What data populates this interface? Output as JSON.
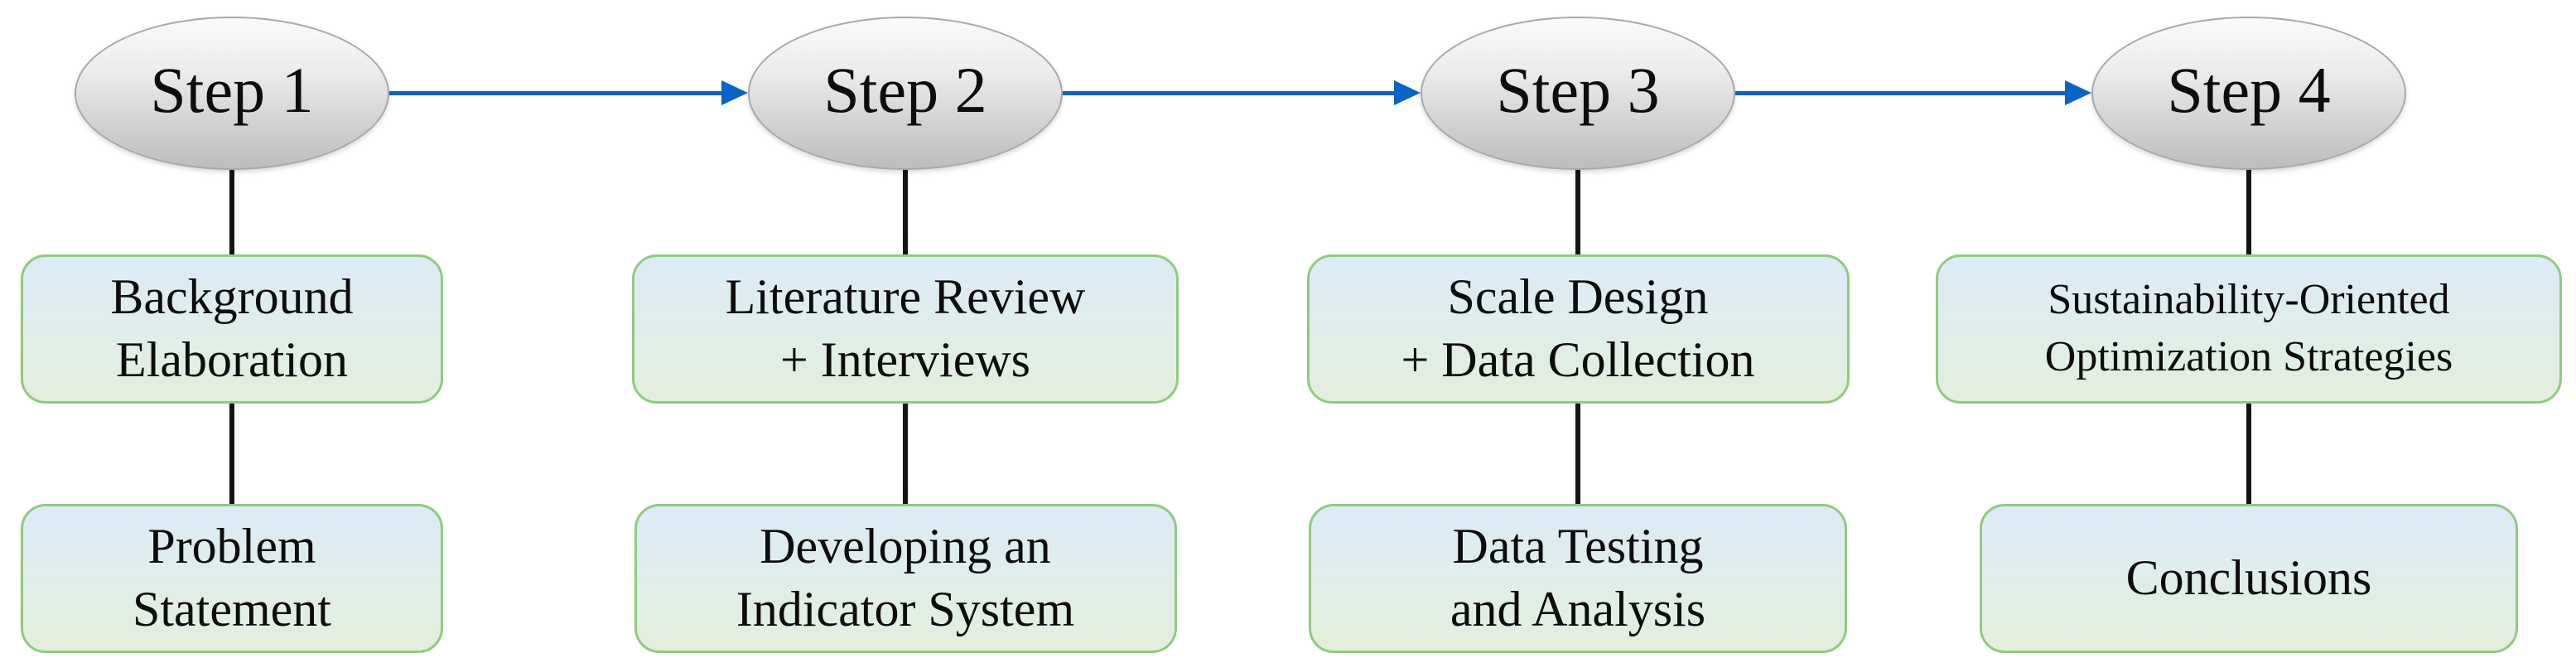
{
  "figure": {
    "type": "flowchart",
    "direction": "left-to-right"
  },
  "steps": [
    {
      "label": "Step 1",
      "box1": {
        "line1": "Background",
        "line2": "Elaboration"
      },
      "box2": {
        "line1": "Problem",
        "line2": "Statement"
      }
    },
    {
      "label": "Step 2",
      "box1": {
        "line1": "Literature Review",
        "line2": "+ Interviews"
      },
      "box2": {
        "line1": "Developing an",
        "line2": "Indicator System"
      }
    },
    {
      "label": "Step 3",
      "box1": {
        "line1": "Scale Design",
        "line2": "+ Data Collection"
      },
      "box2": {
        "line1": "Data Testing",
        "line2": "and Analysis"
      }
    },
    {
      "label": "Step 4",
      "box1": {
        "line1": "Sustainability-Oriented",
        "line2": "Optimization Strategies"
      },
      "box2": {
        "line1": "Conclusions",
        "line2": ""
      }
    }
  ],
  "colors": {
    "arrow_blue": "#0a63c6",
    "connector_black": "#141414",
    "ellipse_fill_top": "#fafafa",
    "ellipse_fill_bottom": "#bdbdbd",
    "ellipse_border": "#a8a8a8",
    "box_fill_top_blue": "#dcebf7",
    "box_fill_bottom_green": "#e3efdb",
    "box_border_green": "#8fcb7f",
    "text": "#0d0d0d",
    "background": "#ffffff"
  }
}
